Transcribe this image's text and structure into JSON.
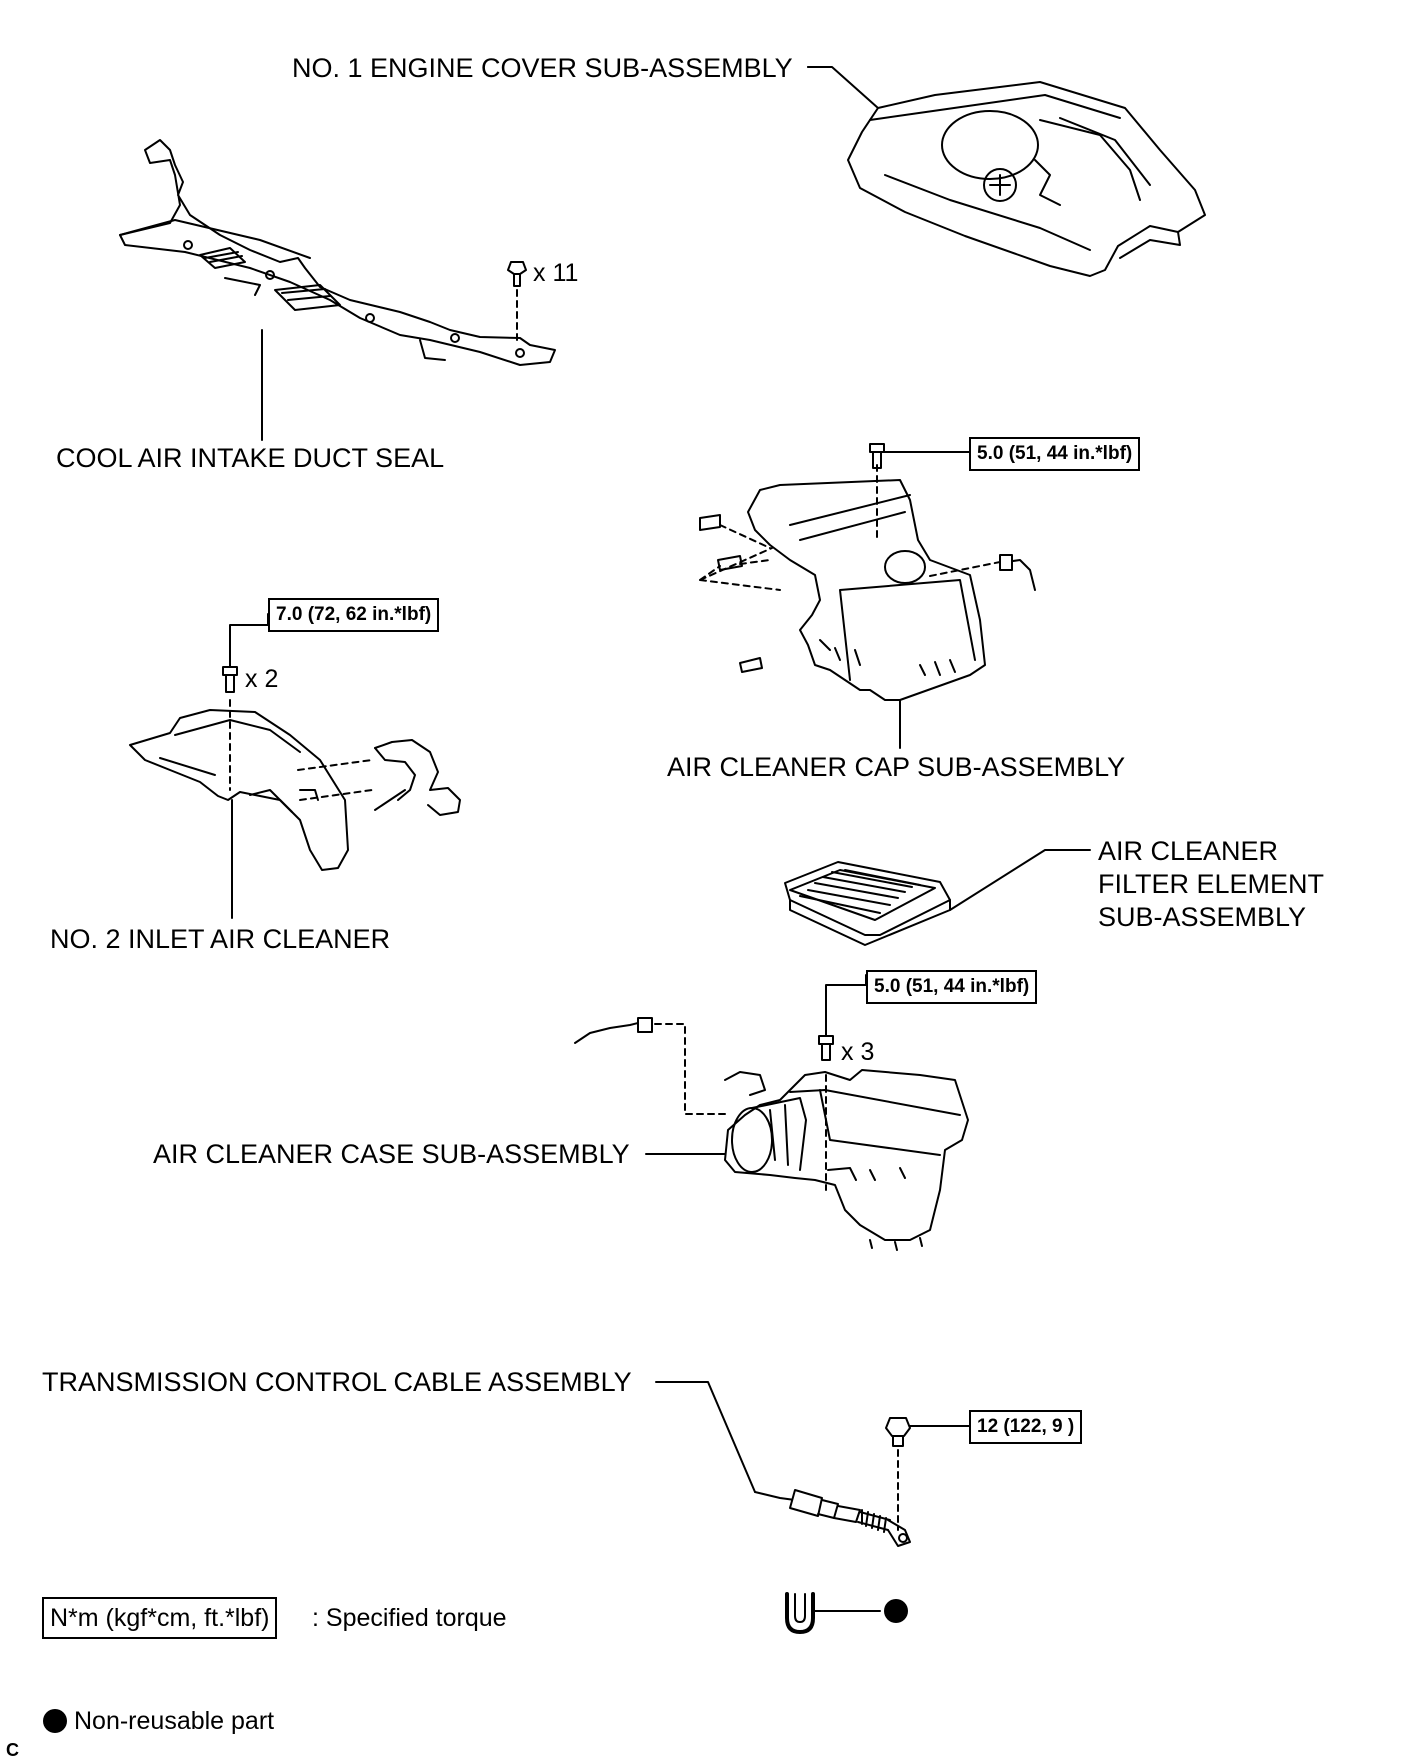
{
  "labels": {
    "engine_cover": "NO. 1 ENGINE COVER SUB-ASSEMBLY",
    "duct_seal": "COOL AIR INTAKE DUCT SEAL",
    "cleaner_cap": "AIR CLEANER CAP SUB-ASSEMBLY",
    "inlet": "NO. 2 INLET AIR CLEANER",
    "filter": "AIR CLEANER FILTER ELEMENT SUB-ASSEMBLY",
    "case": "AIR CLEANER CASE SUB-ASSEMBLY",
    "cable": "TRANSMISSION CONTROL CABLE ASSEMBLY"
  },
  "quantities": {
    "duct_clips": "x 11",
    "inlet_bolts": "x 2",
    "case_bolts": "x 3"
  },
  "torques": {
    "cap_bolt": "5.0 (51, 44 in.*lbf)",
    "inlet_bolt": "7.0 (72, 62 in.*lbf)",
    "case_bolt": "5.0 (51, 44 in.*lbf)",
    "cable_nut": "12 (122, 9 )"
  },
  "legend": {
    "torque_unit": "N*m (kgf*cm, ft.*lbf)",
    "torque_desc": ": Specified torque",
    "nonreusable_desc": "Non-reusable part"
  },
  "corner_code": "C",
  "icons": {
    "nonreusable": "filled-circle-icon",
    "bolt": "bolt-icon",
    "clip": "push-clip-icon",
    "retainer_clip": "u-clip-icon"
  }
}
